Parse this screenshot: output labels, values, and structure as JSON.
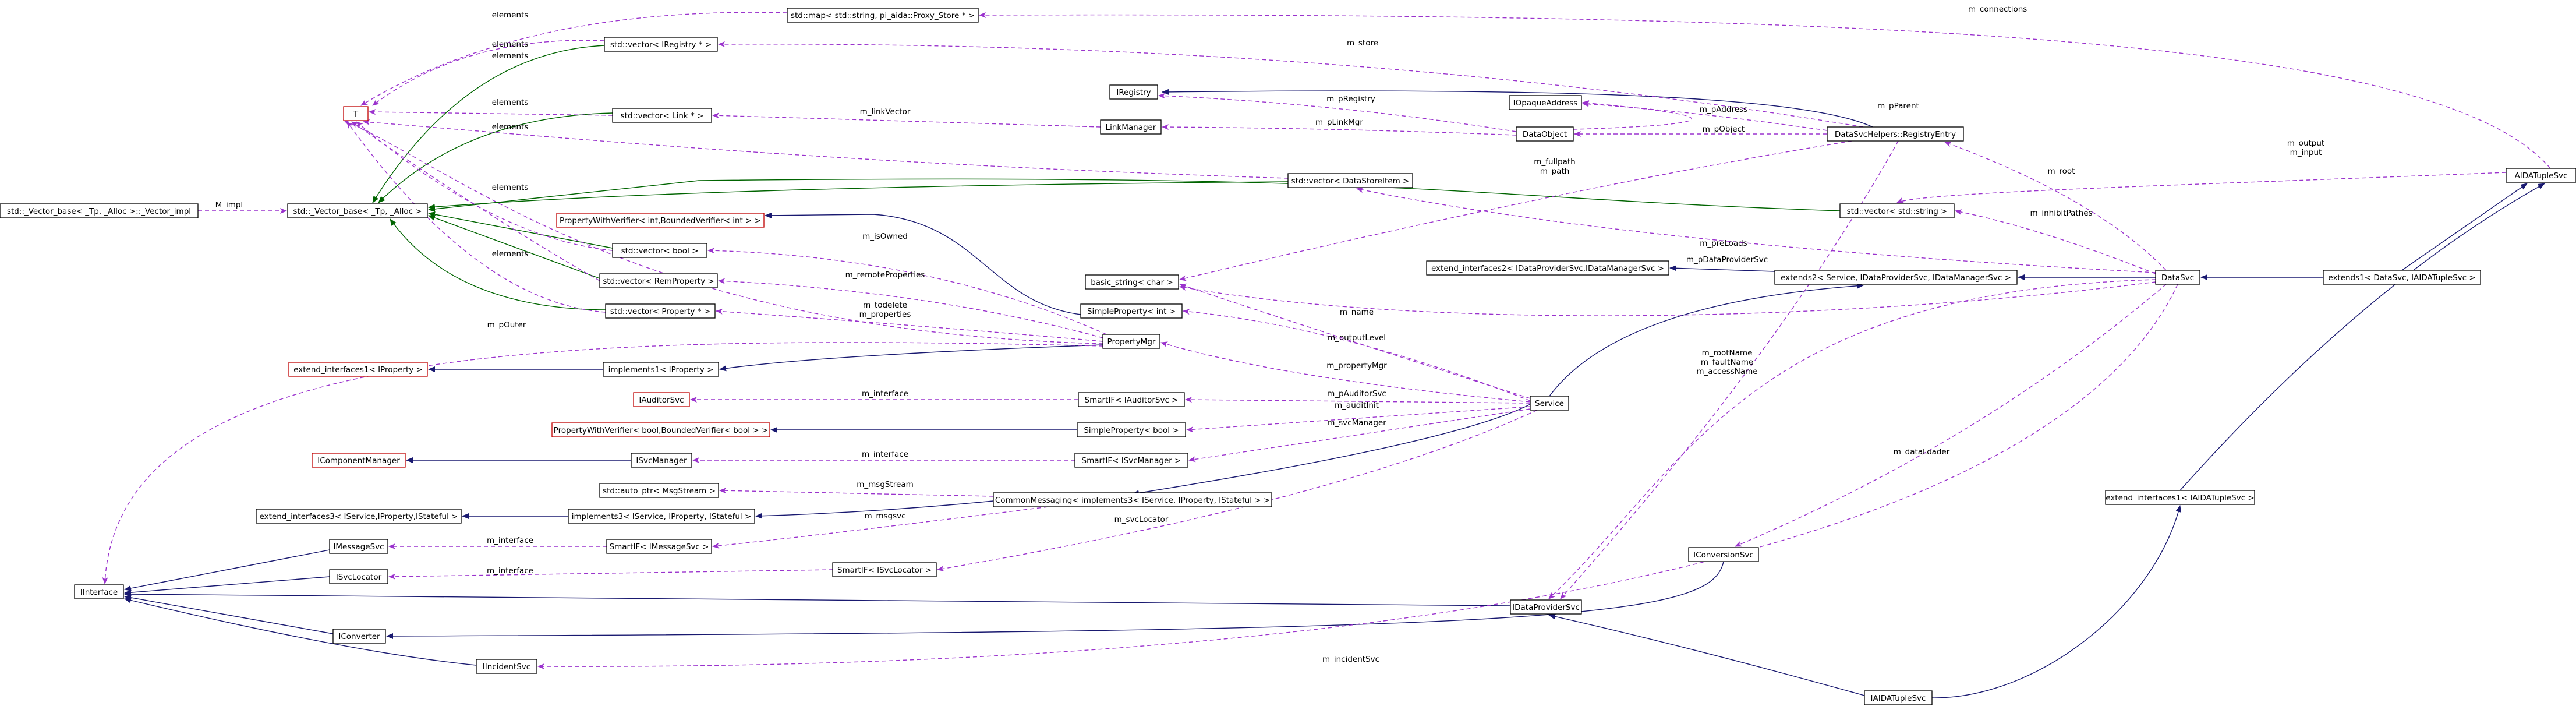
{
  "colors": {
    "node_border": "#000000",
    "node_border_incomplete": "#bf0000",
    "root_fill": "#bfbfbf",
    "inheritance_edge": "#191970",
    "template_edge": "#006400",
    "usage_edge": "#9a32cd"
  },
  "nodes": [
    {
      "id": "aida",
      "label": "AIDATupleSvc",
      "root": true
    },
    {
      "id": "mapps",
      "label": "std::map< std::string, pi_aida::Proxy_Store * >"
    },
    {
      "id": "vecireg",
      "label": "std::vector< IRegistry * >"
    },
    {
      "id": "T",
      "label": "T",
      "incomplete": true
    },
    {
      "id": "ireg",
      "label": "IRegistry"
    },
    {
      "id": "iopaddr",
      "label": "IOpaqueAddress"
    },
    {
      "id": "veclink",
      "label": "std::vector< Link * >"
    },
    {
      "id": "linkmgr",
      "label": "LinkManager"
    },
    {
      "id": "dataobj",
      "label": "DataObject"
    },
    {
      "id": "dshre",
      "label": "DataSvcHelpers::RegistryEntry"
    },
    {
      "id": "vecimpl",
      "label": "std::_Vector_base< _Tp, _Alloc >::_Vector_impl"
    },
    {
      "id": "vecbase",
      "label": "std::_Vector_base< _Tp, _Alloc >"
    },
    {
      "id": "vecdsi",
      "label": "std::vector< DataStoreItem >"
    },
    {
      "id": "vecstr",
      "label": "std::vector< std::string >"
    },
    {
      "id": "pwvint",
      "label": "PropertyWithVerifier< int,BoundedVerifier< int > >",
      "incomplete": true
    },
    {
      "id": "vecbool",
      "label": "std::vector< bool >"
    },
    {
      "id": "ext2a",
      "label": "extend_interfaces2< IDataProviderSvc,IDataManagerSvc >"
    },
    {
      "id": "ext2b",
      "label": "extends2< Service, IDataProviderSvc, IDataManagerSvc >"
    },
    {
      "id": "datasvc",
      "label": "DataSvc"
    },
    {
      "id": "ext1a",
      "label": "extends1< DataSvc, IAIDATupleSvc >"
    },
    {
      "id": "basicstr",
      "label": "basic_string< char >"
    },
    {
      "id": "vecrem",
      "label": "std::vector< RemProperty >"
    },
    {
      "id": "spint",
      "label": "SimpleProperty< int >"
    },
    {
      "id": "vecprop",
      "label": "std::vector< Property * >"
    },
    {
      "id": "propmgr",
      "label": "PropertyMgr"
    },
    {
      "id": "extif1",
      "label": "extend_interfaces1< IProperty >",
      "incomplete": true
    },
    {
      "id": "impl1",
      "label": "implements1< IProperty >"
    },
    {
      "id": "iauditor",
      "label": "IAuditorSvc",
      "incomplete": true
    },
    {
      "id": "spfaud",
      "label": "SmartIF< IAuditorSvc >"
    },
    {
      "id": "service",
      "label": "Service"
    },
    {
      "id": "pwvbool",
      "label": "PropertyWithVerifier< bool,BoundedVerifier< bool > >",
      "incomplete": true
    },
    {
      "id": "spbool",
      "label": "SimpleProperty< bool >"
    },
    {
      "id": "icompmgr",
      "label": "IComponentManager",
      "incomplete": true
    },
    {
      "id": "isvcmgr",
      "label": "ISvcManager"
    },
    {
      "id": "spfsvcmgr",
      "label": "SmartIF< ISvcManager >"
    },
    {
      "id": "autoptr",
      "label": "std::auto_ptr< MsgStream >"
    },
    {
      "id": "cmsg",
      "label": "CommonMessaging< implements3< IService, IProperty, IStateful > >"
    },
    {
      "id": "extif3",
      "label": "extend_interfaces3< IService,IProperty,IStateful >"
    },
    {
      "id": "impl3",
      "label": "implements3< IService, IProperty, IStateful >"
    },
    {
      "id": "imsg",
      "label": "IMessageSvc"
    },
    {
      "id": "spfmsg",
      "label": "SmartIF< IMessageSvc >"
    },
    {
      "id": "extif1aida",
      "label": "extend_interfaces1< IAIDATupleSvc >"
    },
    {
      "id": "isvcloc",
      "label": "ISvcLocator"
    },
    {
      "id": "spfsvcloc",
      "label": "SmartIF< ISvcLocator >"
    },
    {
      "id": "iconvsvc",
      "label": "IConversionSvc"
    },
    {
      "id": "iface",
      "label": "IInterface"
    },
    {
      "id": "idps",
      "label": "IDataProviderSvc"
    },
    {
      "id": "iconv",
      "label": "IConverter"
    },
    {
      "id": "iinc",
      "label": "IIncidentSvc"
    },
    {
      "id": "iaidasvc",
      "label": "IAIDATupleSvc"
    }
  ],
  "edge_labels": [
    {
      "id": "e_conn",
      "text": "m_connections"
    },
    {
      "id": "e_store",
      "text": "m_store"
    },
    {
      "id": "e_el1",
      "text": "elements"
    },
    {
      "id": "e_el2",
      "text": "elements"
    },
    {
      "id": "e_el3",
      "text": "elements"
    },
    {
      "id": "e_el4",
      "text": "elements"
    },
    {
      "id": "e_el5",
      "text": "elements"
    },
    {
      "id": "e_el6",
      "text": "elements"
    },
    {
      "id": "e_el7",
      "text": "elements"
    },
    {
      "id": "e_preg",
      "text": "m_pRegistry"
    },
    {
      "id": "e_plink",
      "text": "m_pLinkMgr"
    },
    {
      "id": "e_linkvec",
      "text": "m_linkVector"
    },
    {
      "id": "e_pparent",
      "text": "m_pParent"
    },
    {
      "id": "e_paddr",
      "text": "m_pAddress"
    },
    {
      "id": "e_pobj",
      "text": "m_pObject"
    },
    {
      "id": "e_output",
      "text": "m_output"
    },
    {
      "id": "e_input",
      "text": "m_input"
    },
    {
      "id": "e_root",
      "text": "m_root"
    },
    {
      "id": "e_impl",
      "text": "_M_impl"
    },
    {
      "id": "e_fullpath",
      "text": "m_fullpath"
    },
    {
      "id": "e_path",
      "text": "m_path"
    },
    {
      "id": "e_inhibit",
      "text": "m_inhibitPathes"
    },
    {
      "id": "e_preloads",
      "text": "m_preLoads"
    },
    {
      "id": "e_pdps",
      "text": "m_pDataProviderSvc"
    },
    {
      "id": "e_isowned",
      "text": "m_isOwned"
    },
    {
      "id": "e_remprop",
      "text": "m_remoteProperties"
    },
    {
      "id": "e_todelete",
      "text": "m_todelete"
    },
    {
      "id": "e_properties",
      "text": "m_properties"
    },
    {
      "id": "e_pouter",
      "text": "m_pOuter"
    },
    {
      "id": "e_name",
      "text": "m_name"
    },
    {
      "id": "e_outlevel",
      "text": "m_outputLevel"
    },
    {
      "id": "e_rootname",
      "text": "m_rootName"
    },
    {
      "id": "e_faultname",
      "text": "m_faultName"
    },
    {
      "id": "e_accessname",
      "text": "m_accessName"
    },
    {
      "id": "e_propmgr",
      "text": "m_propertyMgr"
    },
    {
      "id": "e_iface1",
      "text": "m_interface"
    },
    {
      "id": "e_pauditor",
      "text": "m_pAuditorSvc"
    },
    {
      "id": "e_auditinit",
      "text": "m_auditInit"
    },
    {
      "id": "e_svcmgr",
      "text": "m_svcManager"
    },
    {
      "id": "e_iface2",
      "text": "m_interface"
    },
    {
      "id": "e_dataloader",
      "text": "m_dataLoader"
    },
    {
      "id": "e_msgstream",
      "text": "m_msgStream"
    },
    {
      "id": "e_msgsvc",
      "text": "m_msgsvc"
    },
    {
      "id": "e_iface3",
      "text": "m_interface"
    },
    {
      "id": "e_svcloc",
      "text": "m_svcLocator"
    },
    {
      "id": "e_iface4",
      "text": "m_interface"
    },
    {
      "id": "e_incident",
      "text": "m_incidentSvc"
    }
  ]
}
